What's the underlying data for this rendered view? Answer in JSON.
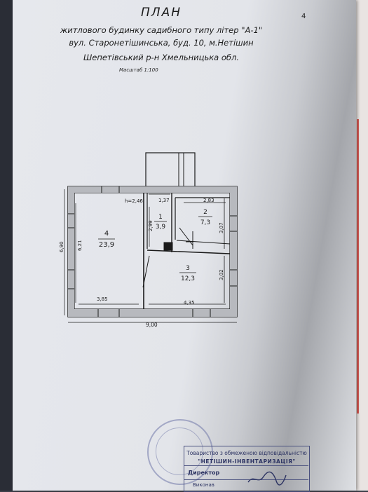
{
  "page_number": "4",
  "header": {
    "title": "ПЛАН",
    "line1": "житлового будинку садибного типу літер \"А-1\"",
    "line2": "вул. Старонетішинська, буд. 10, м.Нетішин",
    "line3": "Шепетівський р-н Хмельницька обл.",
    "scale": "Масштаб 1:100"
  },
  "plan": {
    "rooms": [
      {
        "number": "1",
        "area": "3,9"
      },
      {
        "number": "2",
        "area": "7,3"
      },
      {
        "number": "3",
        "area": "12,3"
      },
      {
        "number": "4",
        "area": "23,9"
      }
    ],
    "dimensions": {
      "height": "h=2,46",
      "d_137": "1,37",
      "d_283": "2,83",
      "d_299": "2,99",
      "d_307": "3,07",
      "d_621": "6,21",
      "d_690": "6,90",
      "d_302": "3,02",
      "d_385": "3,85",
      "d_435": "4,35",
      "d_900": "9,00"
    }
  },
  "stamp": {
    "org_line1": "Товариство з обмеженою відповідальністю",
    "org_line2": "\"НЕТІШИН-ІНВЕНТАРИЗАЦІЯ\"",
    "position": "Директор",
    "executor": "Виконав"
  },
  "colors": {
    "ink": "#1a1a1a",
    "stamp": "#49507e",
    "paper": "#e3e5ea"
  }
}
